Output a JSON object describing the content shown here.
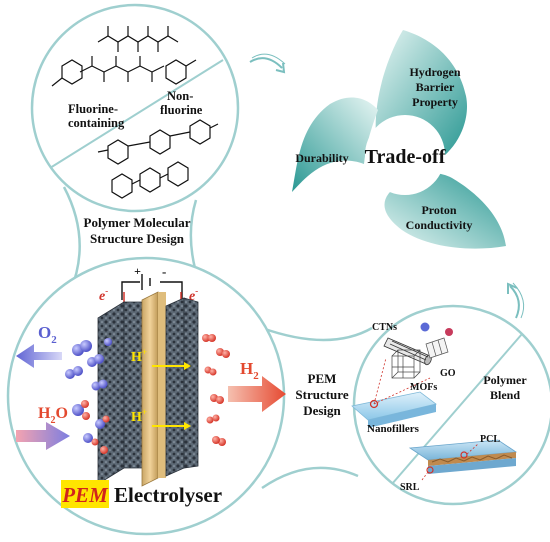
{
  "polymer": {
    "fluorine_label_1": "Fluorine-",
    "fluorine_label_2": "containing",
    "nonfluorine_label_1": "Non-",
    "nonfluorine_label_2": "fluorine"
  },
  "design": {
    "molecular_1": "Polymer Molecular",
    "molecular_2": "Structure Design",
    "pem_1": "PEM",
    "pem_2": "Structure",
    "pem_3": "Design"
  },
  "tradeoff": {
    "center": "Trade-off",
    "durability": "Durability",
    "hydrogen_1": "Hydrogen",
    "hydrogen_2": "Barrier",
    "hydrogen_3": "Property",
    "proton_1": "Proton",
    "proton_2": "Conductivity"
  },
  "electrolyser": {
    "pem": "PEM",
    "word": "Electrolyser",
    "plus": "+",
    "minus": "-",
    "e_left": "e",
    "e_right": "e",
    "sup_minus": "-",
    "o2": "O",
    "o2_sub": "2",
    "h2": "H",
    "h2_sub": "2",
    "h2o": "H",
    "h2o_sub": "2",
    "h2o_o": "O",
    "hplus_1": "H",
    "hplus_2": "H",
    "sup_plus": "+"
  },
  "materials": {
    "ctns": "CTNs",
    "go": "GO",
    "mofs": "MOFs",
    "nanofillers": "Nanofillers",
    "polymer_blend_1": "Polymer",
    "polymer_blend_2": "Blend",
    "pcl": "PCL",
    "srl": "SRL"
  },
  "colors": {
    "circle_stroke": "#9fcfcf",
    "teal": "#2c9a96",
    "pem_highlight": "#ffe500",
    "arrow_red": "#e8553f",
    "arrow_blue": "#6f72d6"
  }
}
